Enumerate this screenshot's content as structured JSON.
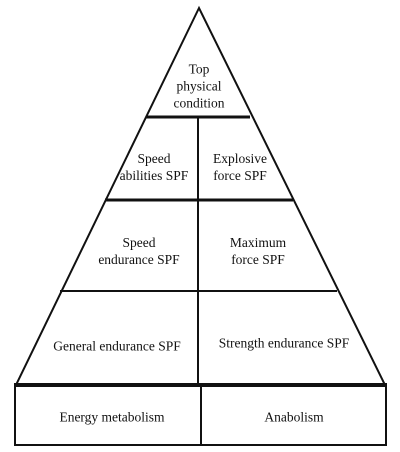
{
  "diagram": {
    "apex": {
      "lines": [
        "Top",
        "physical",
        "condition"
      ]
    },
    "tier2": {
      "left": {
        "lines": [
          "Speed",
          "abilities SPF"
        ]
      },
      "right": {
        "lines": [
          "Explosive",
          "force SPF"
        ]
      }
    },
    "tier3": {
      "left": {
        "lines": [
          "Speed",
          "endurance SPF"
        ]
      },
      "right": {
        "lines": [
          "Maximum",
          "force SPF"
        ]
      }
    },
    "tier4": {
      "left": {
        "lines": [
          "General endurance SPF"
        ]
      },
      "right": {
        "lines": [
          "Strength endurance SPF"
        ]
      }
    },
    "base": {
      "left": {
        "lines": [
          "Energy metabolism"
        ]
      },
      "right": {
        "lines": [
          "Anabolism"
        ]
      }
    }
  }
}
